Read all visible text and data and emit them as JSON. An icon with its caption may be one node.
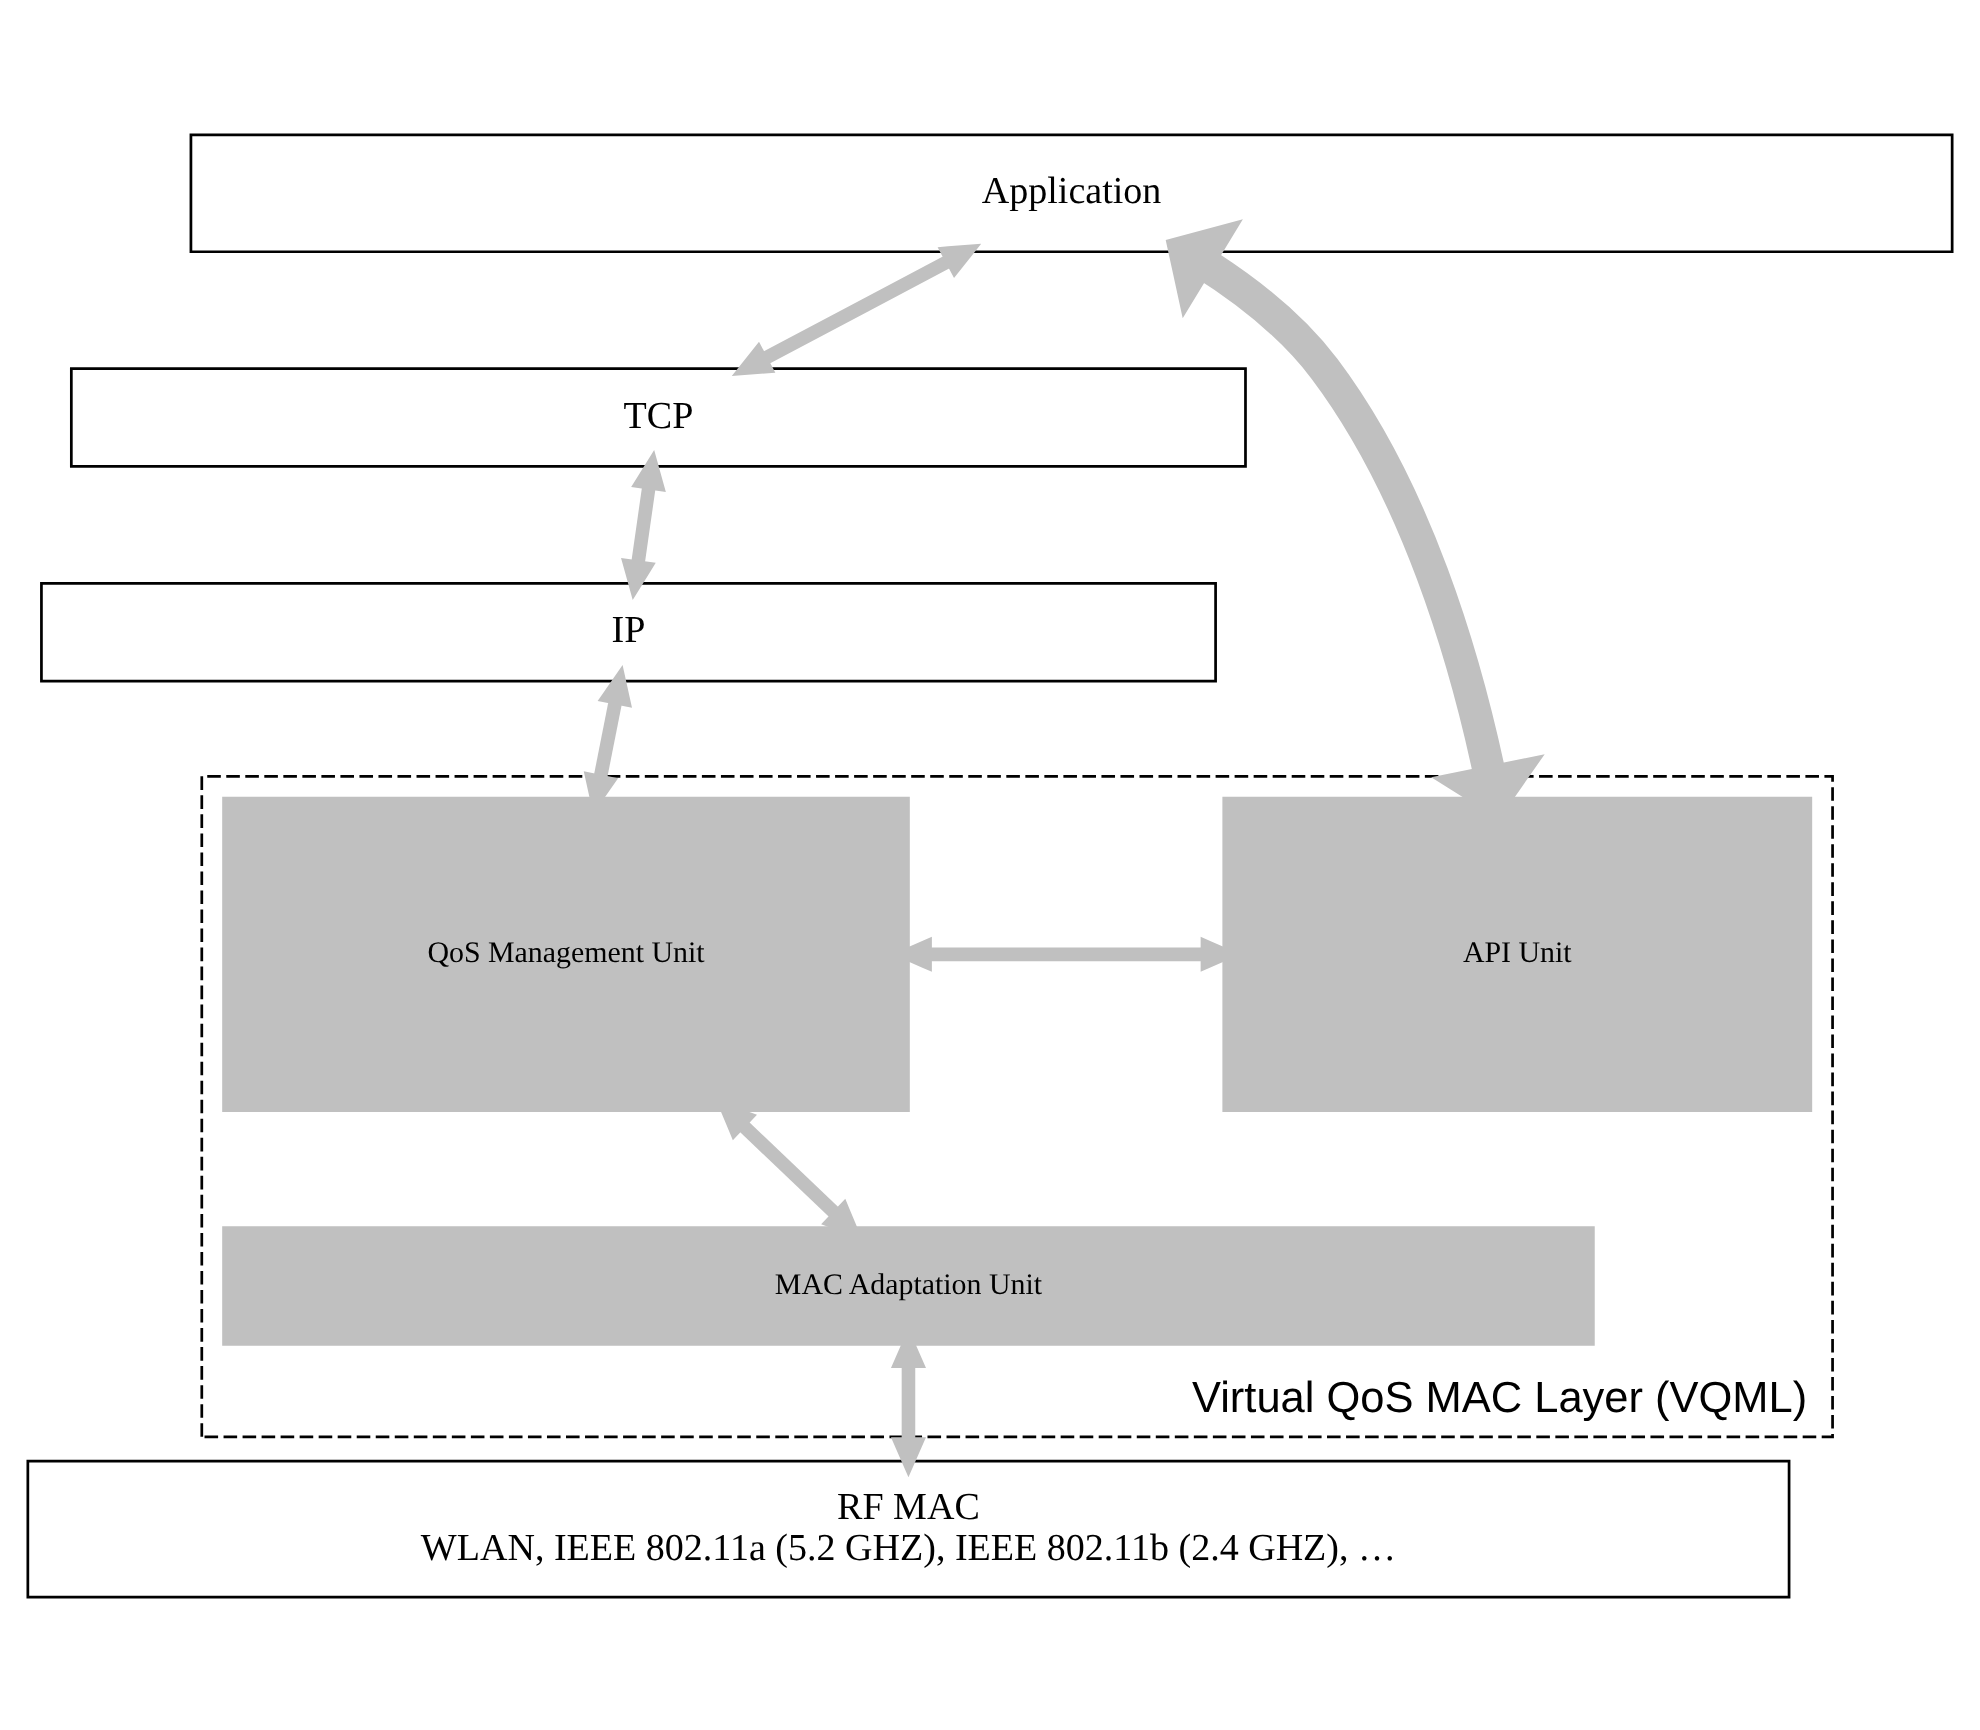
{
  "diagram": {
    "nodes": [
      {
        "text": [
          "Application"
        ]
      },
      {
        "text": [
          "TCP"
        ]
      },
      {
        "text": [
          "IP"
        ]
      },
      {
        "text": [
          "Virtual QoS MAC Layer (VQML)"
        ]
      },
      {
        "text": [
          "API Unit"
        ],
        "in": 3
      },
      {
        "text": [
          "QoS Management Unit"
        ],
        "in": 3
      },
      {
        "text": [
          "MAC Adaptation Unit"
        ],
        "in": 3
      },
      {
        "text": [
          "RF MAC",
          "WLAN, IEEE 802.11a (5.2 GHZ), IEEE 802.11b (2.4 GHZ), …"
        ]
      }
    ],
    "edges": [
      {
        "from": 0,
        "to": 4,
        "arrow": "both",
        "style": "thick"
      },
      {
        "from": 0,
        "to": 1,
        "arrow": "both"
      },
      {
        "from": 1,
        "to": 2,
        "arrow": "both"
      },
      {
        "from": 2,
        "to": 5,
        "arrow": "both"
      },
      {
        "from": 4,
        "to": 5,
        "arrow": "both"
      },
      {
        "from": 5,
        "to": 6,
        "arrow": "both"
      },
      {
        "from": 6,
        "to": 7,
        "arrow": "both"
      }
    ]
  }
}
